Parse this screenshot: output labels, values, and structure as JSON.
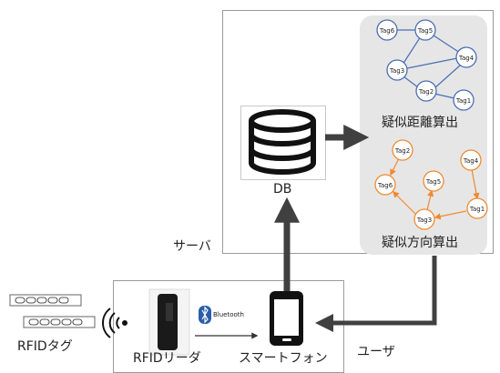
{
  "server": {
    "label": "サーバ"
  },
  "db": {
    "label": "DB"
  },
  "distance_panel": {
    "title": "疑似距離算出",
    "tags": [
      "Tag6",
      "Tag5",
      "Tag3",
      "Tag4",
      "Tag2",
      "Tag1"
    ],
    "edges": [
      [
        "Tag6",
        "Tag5"
      ],
      [
        "Tag5",
        "Tag3"
      ],
      [
        "Tag5",
        "Tag4"
      ],
      [
        "Tag3",
        "Tag4"
      ],
      [
        "Tag3",
        "Tag2"
      ],
      [
        "Tag2",
        "Tag4"
      ],
      [
        "Tag2",
        "Tag1"
      ]
    ],
    "color": "#4a6fb5"
  },
  "direction_panel": {
    "title": "疑似方向算出",
    "tags": [
      "Tag2",
      "Tag6",
      "Tag5",
      "Tag4",
      "Tag3",
      "Tag1"
    ],
    "edges": [
      [
        "Tag2",
        "Tag6"
      ],
      [
        "Tag3",
        "Tag6"
      ],
      [
        "Tag1",
        "Tag3"
      ],
      [
        "Tag3",
        "Tag5"
      ],
      [
        "Tag4",
        "Tag1"
      ]
    ],
    "color": "#f08a30"
  },
  "user": {
    "label": "ユーザ"
  },
  "smartphone": {
    "label": "スマートフォン"
  },
  "reader": {
    "label": "RFIDリーダ",
    "link_label": "Bluetooth"
  },
  "rfid_tags": {
    "label": "RFIDタグ"
  },
  "colors": {
    "panel_bg": "#e6e6e6",
    "arrow": "#404040",
    "box_border": "#999999"
  }
}
